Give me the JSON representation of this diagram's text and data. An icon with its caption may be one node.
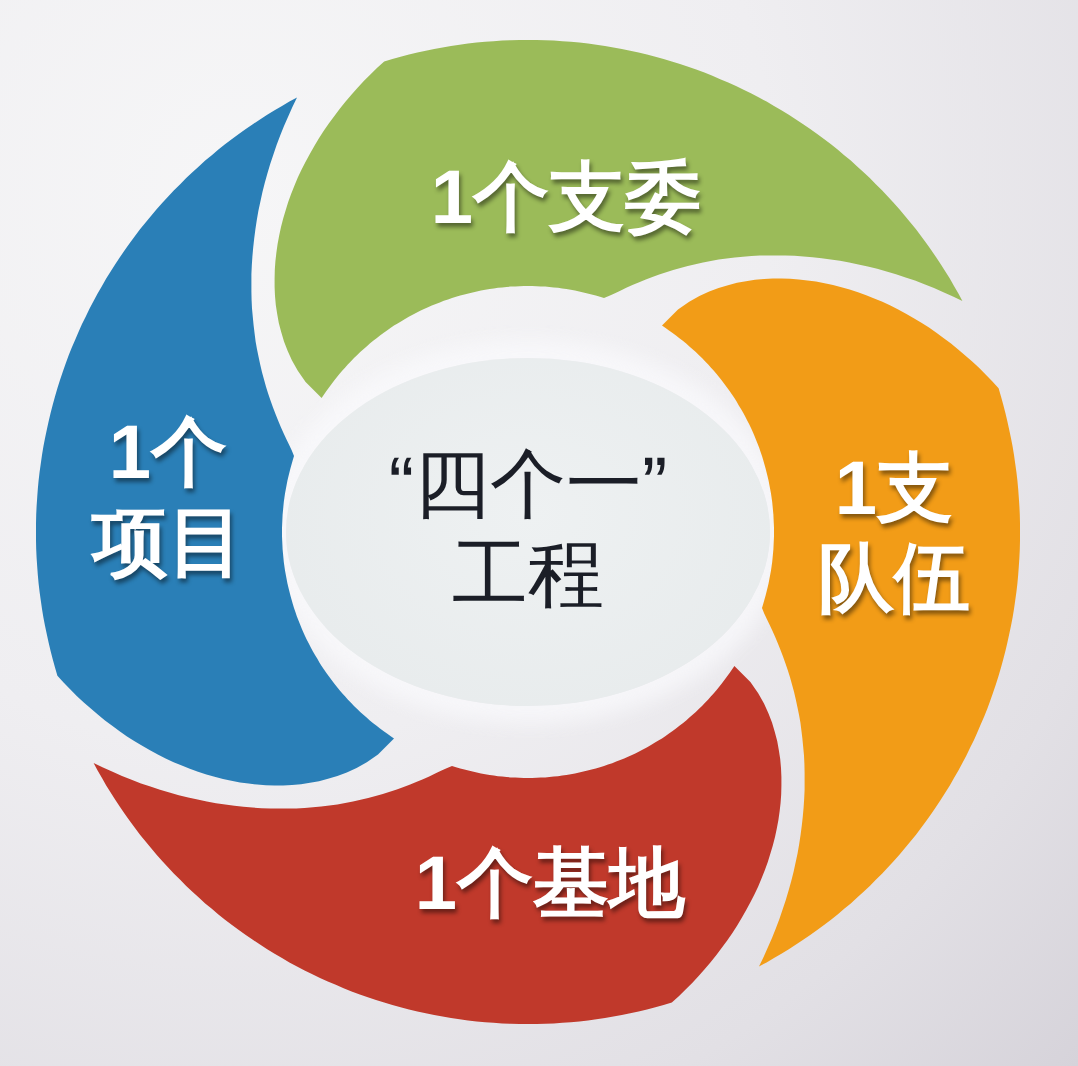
{
  "diagram": {
    "nodes": [
      {
        "text": [
          "1个支委"
        ]
      },
      {
        "text": [
          "1个项目"
        ]
      },
      {
        "text": [
          "“四个一”工程"
        ]
      },
      {
        "text": [
          "1支队伍"
        ]
      },
      {
        "text": [
          "1个基地"
        ]
      }
    ]
  }
}
